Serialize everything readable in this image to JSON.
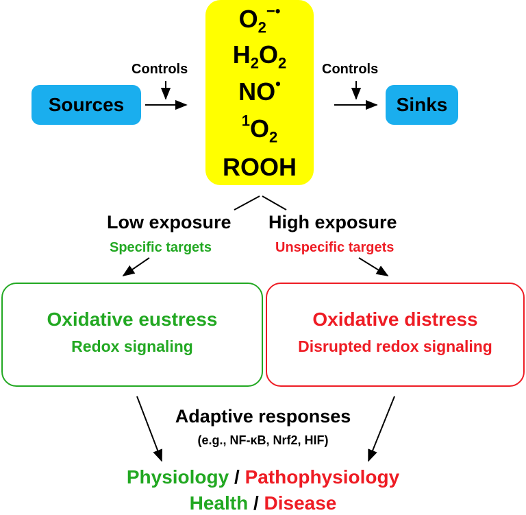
{
  "species": {
    "superoxide": {
      "base": "O",
      "sub": "2",
      "sup": "−•"
    },
    "hydrogen_peroxide": {
      "a": "H",
      "sub1": "2",
      "b": "O",
      "sub2": "2"
    },
    "nitric_oxide": {
      "base": "NO",
      "sup": "•"
    },
    "singlet_oxygen": {
      "sup": "1",
      "base": "O",
      "sub": "2"
    },
    "hydroperoxide": "ROOH"
  },
  "sources_label": "Sources",
  "sinks_label": "Sinks",
  "controls_left": "Controls",
  "controls_right": "Controls",
  "low_exposure": "Low exposure",
  "high_exposure": "High exposure",
  "specific_targets": "Specific targets",
  "unspecific_targets": "Unspecific targets",
  "eustress": {
    "title": "Oxidative eustress",
    "subtitle": "Redox signaling"
  },
  "distress": {
    "title": "Oxidative distress",
    "subtitle": "Disrupted redox signaling"
  },
  "adaptive_responses": "Adaptive responses",
  "adaptive_examples": "(e.g., NF-κB, Nrf2, HIF)",
  "outcomes": {
    "physiology": "Physiology",
    "pathophysiology": "Pathophysiology",
    "health": "Health",
    "disease": "Disease",
    "separator": "/"
  },
  "colors": {
    "yellow": "#ffff00",
    "blue": "#1aaeee",
    "green": "#22a822",
    "red": "#ee1c24"
  }
}
